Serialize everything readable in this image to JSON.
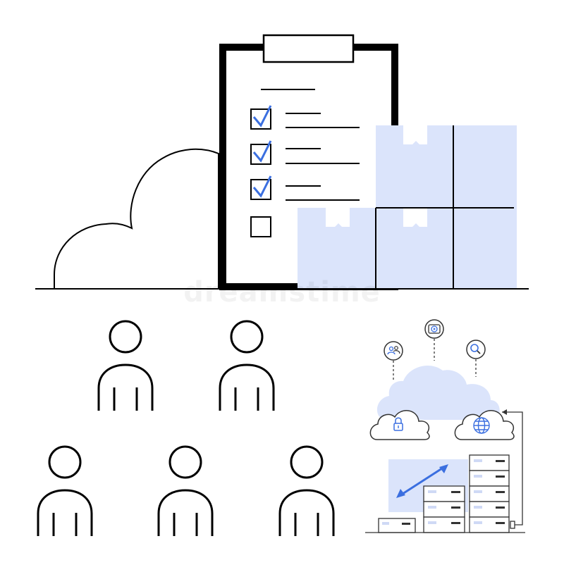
{
  "watermark": {
    "text": "dreamstime"
  },
  "colors": {
    "ink": "#000000",
    "accent": "#3b6fe0",
    "fill_light": "#dbe4fb",
    "muted": "#8a8a8a"
  },
  "icons": {
    "cloud": "cloud-outline-icon",
    "clipboard": "clipboard-icon",
    "checkbox_checked": "checked-checkbox-icon",
    "checkbox_empty": "empty-checkbox-icon",
    "box": "cardboard-box-icon",
    "person": "person-icon",
    "users": "users-icon",
    "play": "play-icon",
    "search": "search-icon",
    "lock": "lock-icon",
    "globe": "globe-icon",
    "server": "server-icon",
    "arrow": "diagonal-double-arrow-icon"
  },
  "checklist": {
    "checked_count": 3,
    "total_count": 4
  }
}
